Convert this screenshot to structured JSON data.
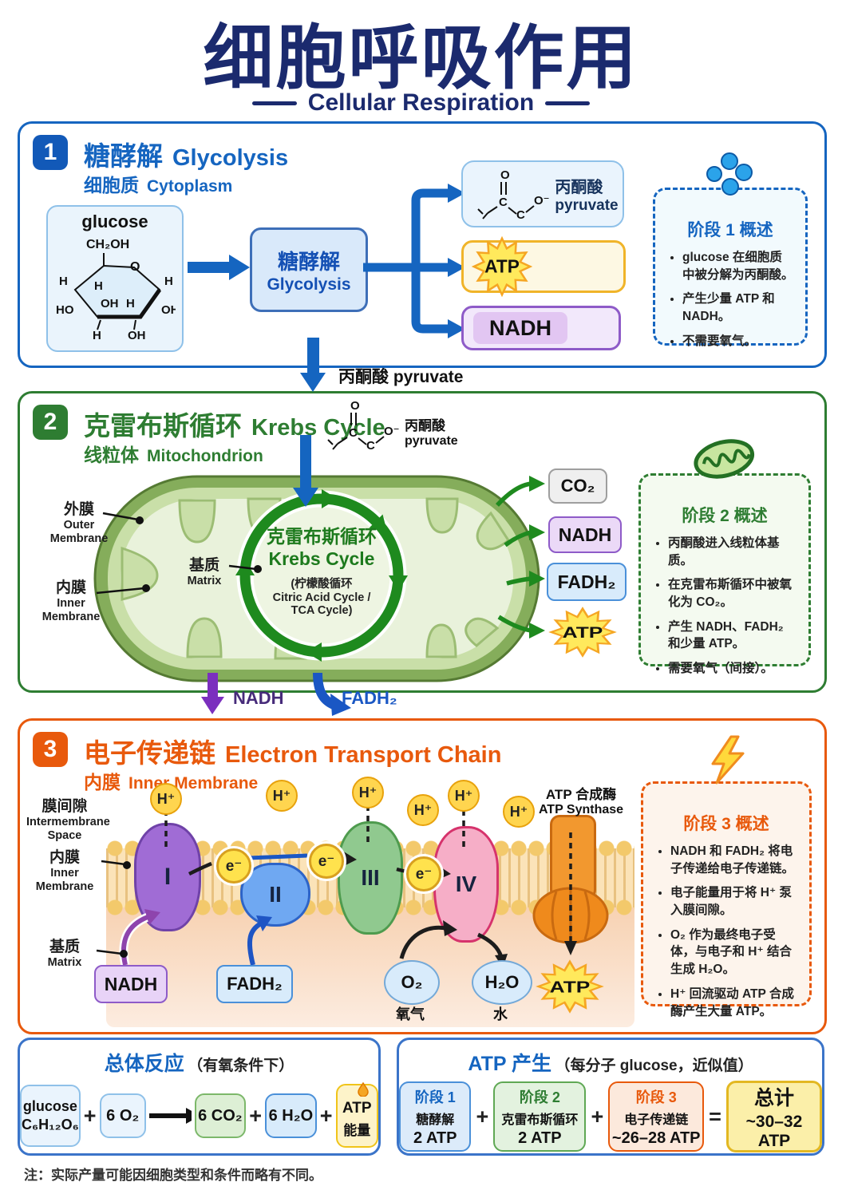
{
  "title": "细胞呼吸作用",
  "subtitle": "Cellular Respiration",
  "colors": {
    "primary_blue": "#1565c0",
    "primary_green": "#2e7d32",
    "primary_orange": "#e8590c",
    "title_navy": "#1b2a6e"
  },
  "common": {
    "atp": "ATP",
    "nadh": "NADH",
    "fadh2": "FADH₂",
    "co2": "CO₂",
    "h_plus": "H⁺",
    "e_minus": "e⁻",
    "o2": "O₂",
    "h2o": "H₂O"
  },
  "pyruvate_structure": {
    "o": "O",
    "c": "C",
    "o_minus": "O⁻"
  },
  "section1": {
    "badge": "1",
    "title_zh": "糖酵解",
    "title_en": "Glycolysis",
    "location_zh": "细胞质",
    "location_en": "Cytoplasm",
    "glucose_label": "glucose",
    "glucose_atoms": {
      "ch2oh": "CH₂OH",
      "o": "O",
      "h": "H",
      "oh": "OH",
      "ho": "HO"
    },
    "process_zh": "糖酵解",
    "process_en": "Glycolysis",
    "pyruvate_zh": "丙酮酸",
    "pyruvate_en": "pyruvate",
    "overview": {
      "title": "阶段 1 概述",
      "bullets": [
        "glucose 在细胞质中被分解为丙酮酸。",
        "产生少量 ATP 和 NADH。",
        "不需要氧气。"
      ]
    }
  },
  "transition1": {
    "label": "丙酮酸 pyruvate"
  },
  "section2": {
    "badge": "2",
    "title_zh": "克雷布斯循环",
    "title_en": "Krebs Cycle",
    "location_zh": "线粒体",
    "location_en": "Mitochondrion",
    "pyruvate_zh": "丙酮酸",
    "pyruvate_en": "pyruvate",
    "labels": {
      "outer_zh": "外膜",
      "outer_en": "Outer Membrane",
      "inner_zh": "内膜",
      "inner_en": "Inner Membrane",
      "matrix_zh": "基质",
      "matrix_en": "Matrix"
    },
    "cycle": {
      "title_zh": "克雷布斯循环",
      "title_en": "Krebs Cycle",
      "sub": [
        "(柠檬酸循环",
        "Citric Acid Cycle /",
        "TCA Cycle)"
      ]
    },
    "overview": {
      "title": "阶段 2 概述",
      "bullets": [
        "丙酮酸进入线粒体基质。",
        "在克雷布斯循环中被氧化为 CO₂。",
        "产生 NADH、FADH₂ 和少量 ATP。",
        "需要氧气（间接）。"
      ]
    }
  },
  "section3": {
    "badge": "3",
    "title_zh": "电子传递链",
    "title_en": "Electron Transport Chain",
    "location_zh": "内膜",
    "location_en": "Inner Membrane",
    "labels": {
      "intermembrane_zh": "膜间隙",
      "intermembrane_en": "Intermembrane Space",
      "inner_zh": "内膜",
      "inner_en": "Inner Membrane",
      "matrix_zh": "基质",
      "matrix_en": "Matrix"
    },
    "complexes": [
      "I",
      "II",
      "III",
      "IV"
    ],
    "atp_synthase_zh": "ATP 合成酶",
    "atp_synthase_en": "ATP Synthase",
    "o2_zh": "氧气",
    "h2o_zh": "水",
    "overview": {
      "title": "阶段 3 概述",
      "bullets": [
        "NADH 和 FADH₂ 将电子传递给电子传递链。",
        "电子能量用于将 H⁺ 泵入膜间隙。",
        "O₂ 作为最终电子受体，与电子和 H⁺ 结合生成 H₂O。",
        "H⁺ 回流驱动 ATP 合成酶产生大量 ATP。"
      ]
    }
  },
  "overall": {
    "title": "总体反应",
    "title_note": "（有氧条件下）",
    "glucose_line1": "glucose",
    "glucose_line2": "C₆H₁₂O₆",
    "o2": "6 O₂",
    "co2": "6 CO₂",
    "h2o": "6 H₂O",
    "atp_line1": "ATP",
    "atp_line2": "能量",
    "plus": "+"
  },
  "atp_production": {
    "title": "ATP 产生",
    "title_note": "（每分子 glucose，近似值）",
    "stages": [
      {
        "label": "阶段 1",
        "name": "糖酵解",
        "value": "2 ATP"
      },
      {
        "label": "阶段 2",
        "name": "克雷布斯循环",
        "value": "2 ATP"
      },
      {
        "label": "阶段 3",
        "name": "电子传递链",
        "value": "~26–28 ATP"
      }
    ],
    "plus": "+",
    "equals": "=",
    "total_label": "总计",
    "total_value": "~30–32 ATP"
  },
  "footnote": "注：实际产量可能因细胞类型和条件而略有不同。"
}
